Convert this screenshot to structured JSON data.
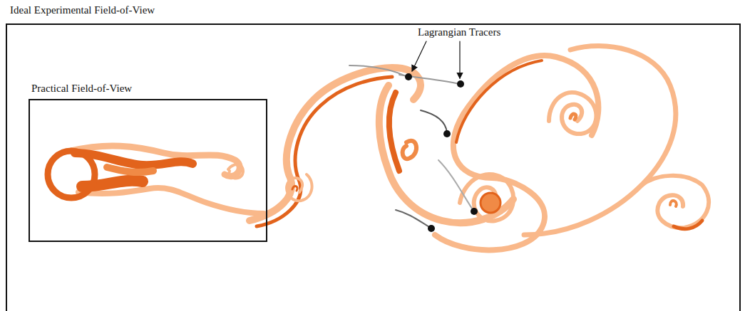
{
  "diagram": {
    "nodes": [
      {
        "text": [
          "Ideal Experimental Field-of-View"
        ]
      },
      {
        "text": [
          "Practical Field-of-View"
        ],
        "in": 0
      }
    ],
    "labels": [
      "Lagrangian Tracers"
    ]
  }
}
